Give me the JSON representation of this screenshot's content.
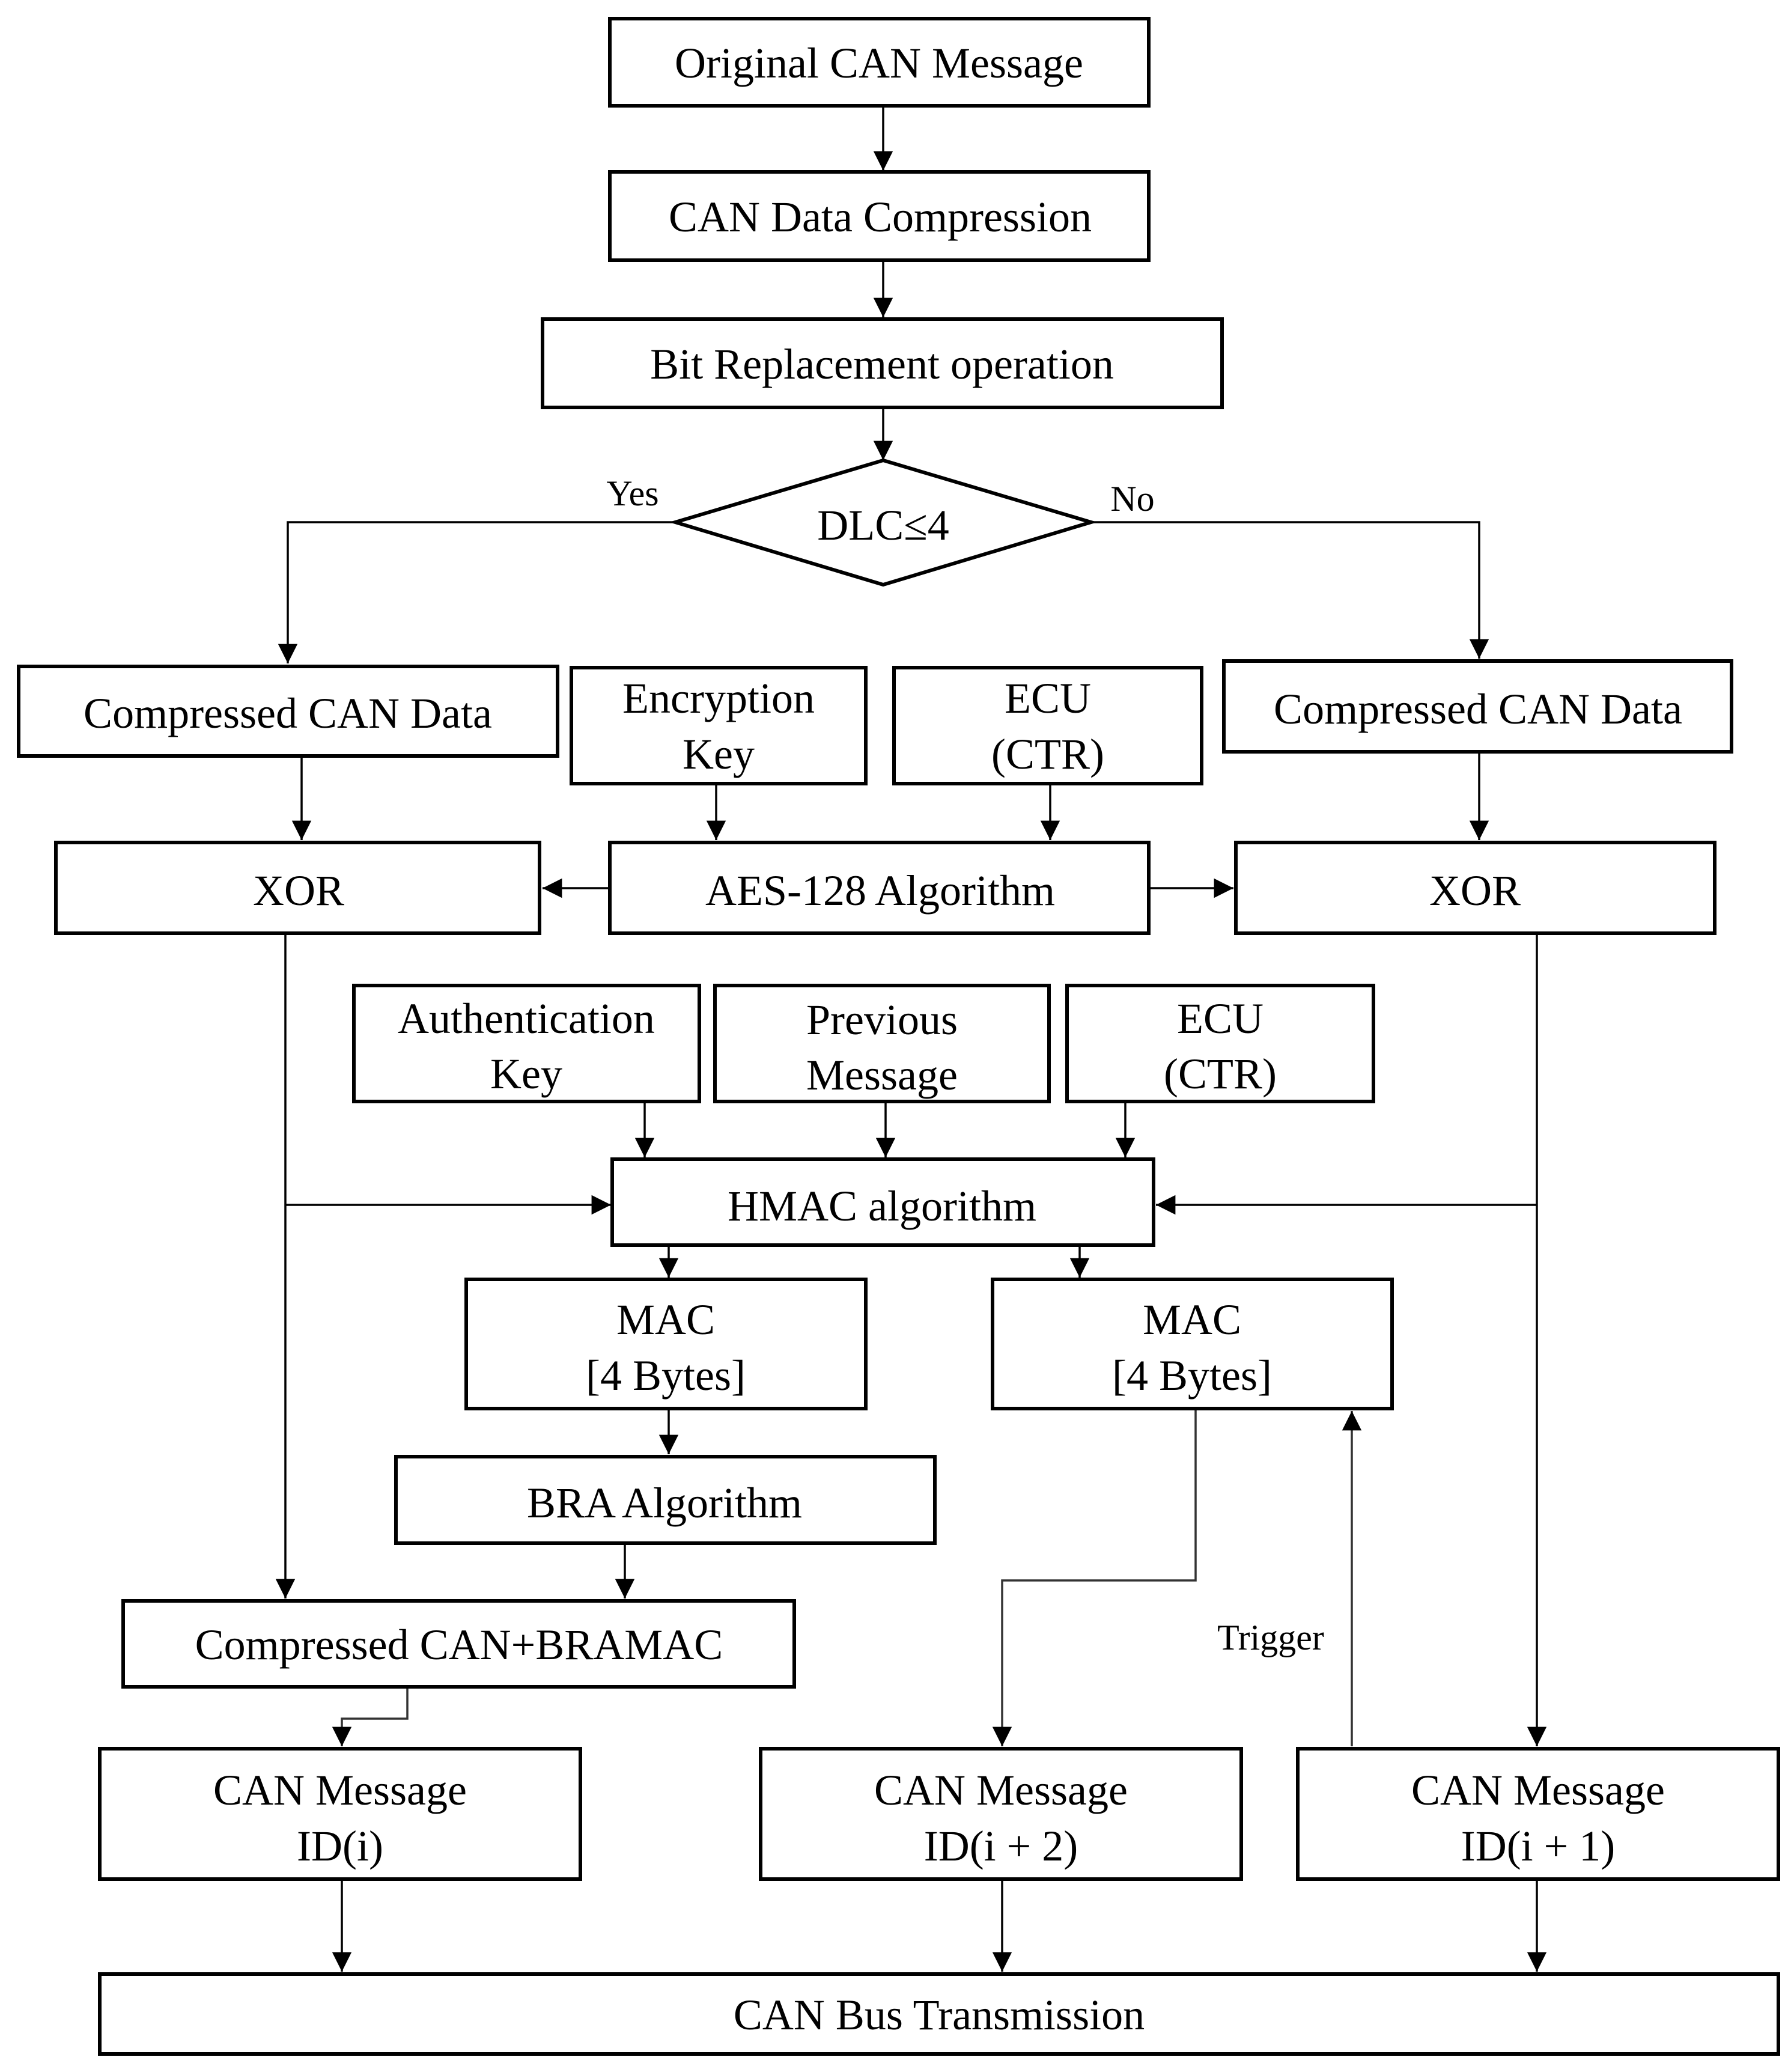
{
  "nodes": {
    "original": "Original CAN Message",
    "compression": "CAN Data Compression",
    "bit_replacement": "Bit Replacement operation",
    "decision": "DLC≤4",
    "compressed_left": "Compressed CAN Data",
    "encryption_key": [
      "Encryption",
      "Key"
    ],
    "ecu_ctr_top": [
      "ECU",
      "(CTR)"
    ],
    "compressed_right": "Compressed CAN Data",
    "xor_left": "XOR",
    "aes": "AES-128 Algorithm",
    "xor_right": "XOR",
    "auth_key": [
      "Authentication",
      "Key"
    ],
    "previous_message": [
      "Previous",
      "Message"
    ],
    "ecu_ctr_mid": [
      "ECU",
      "(CTR)"
    ],
    "hmac": "HMAC algorithm",
    "mac_left": [
      "MAC",
      "[4 Bytes]"
    ],
    "mac_right": [
      "MAC",
      "[4 Bytes]"
    ],
    "bra": "BRA Algorithm",
    "compressed_bramac": "Compressed CAN+BRAMAC",
    "msg_i": [
      "CAN Message",
      "ID(i)"
    ],
    "msg_i2": [
      "CAN Message",
      "ID(i + 2)"
    ],
    "msg_i1": [
      "CAN Message",
      "ID(i + 1)"
    ],
    "bus": "CAN Bus Transmission"
  },
  "edge_labels": {
    "yes": "Yes",
    "no": "No",
    "trigger": "Trigger"
  }
}
